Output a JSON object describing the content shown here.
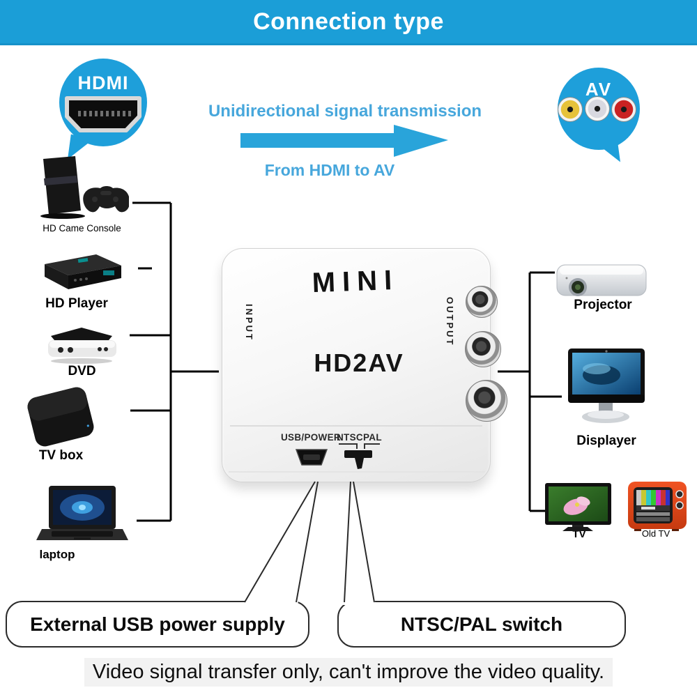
{
  "banner": {
    "title": "Connection type",
    "bg_color": "#1b9ed7",
    "text_color": "#ffffff"
  },
  "hdmi_bubble": {
    "label": "HDMI",
    "color": "#1e9fda"
  },
  "av_bubble": {
    "label": "AV",
    "color": "#1e9fda",
    "jack_colors": [
      "yellow",
      "white",
      "red"
    ]
  },
  "transmission": {
    "heading": "Unidirectional signal transmission",
    "subheading": "From HDMI to AV",
    "text_color": "#47a7dc",
    "arrow_color": "#29a4da"
  },
  "sources": [
    {
      "label": "HD Came Console"
    },
    {
      "label": "HD Player"
    },
    {
      "label": "DVD"
    },
    {
      "label": "TV box"
    },
    {
      "label": "laptop"
    }
  ],
  "outputs": [
    {
      "label": "Projector"
    },
    {
      "label": "Displayer"
    },
    {
      "label": "TV"
    },
    {
      "label": "Old TV"
    }
  ],
  "converter": {
    "brand": "MINI",
    "model": "HD2AV",
    "input_label": "INPUT",
    "output_label": "OUTPUT",
    "usb_label": "USB/POWER",
    "ntsc_label": "NTSC",
    "pal_label": "PAL"
  },
  "callouts": {
    "usb_power": "External USB power supply",
    "ntsc_pal": "NTSC/PAL switch"
  },
  "footnote": "Video signal transfer only, can't improve the video quality."
}
